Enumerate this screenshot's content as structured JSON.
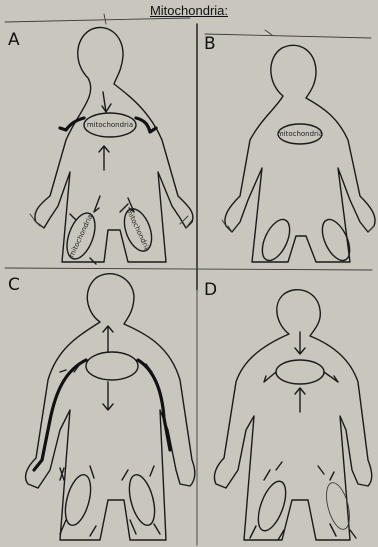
{
  "title": "Mitochondria:",
  "panels": [
    {
      "label": "A",
      "organ_label": "mitochondria",
      "leg_labels": [
        "mitochondria",
        "mitochondria"
      ]
    },
    {
      "label": "B",
      "organ_label": "mitochondria",
      "leg_labels": [
        "",
        ""
      ]
    },
    {
      "label": "C",
      "organ_label": "",
      "leg_labels": [
        "",
        ""
      ]
    },
    {
      "label": "D",
      "organ_label": "",
      "leg_labels": [
        "",
        ""
      ]
    }
  ]
}
